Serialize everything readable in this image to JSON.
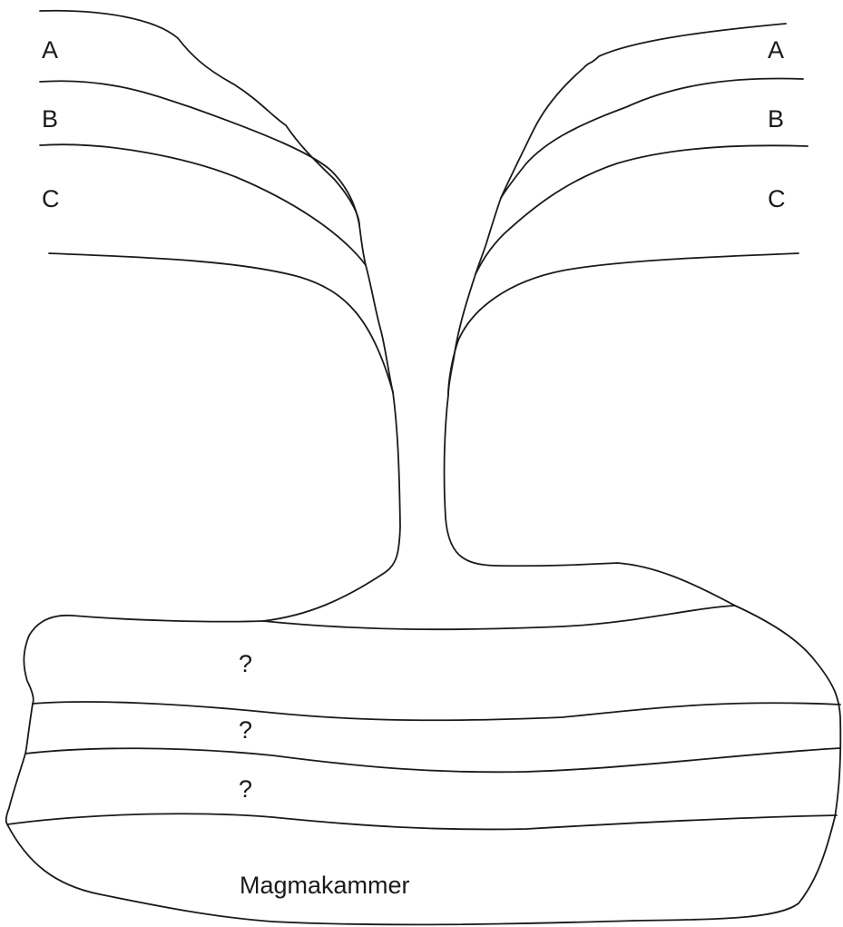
{
  "labels": {
    "left_a": "A",
    "left_b": "B",
    "left_c": "C",
    "right_a": "A",
    "right_b": "B",
    "right_c": "C",
    "q1": "?",
    "q2": "?",
    "q3": "?",
    "chamber": "Magmakammer"
  }
}
